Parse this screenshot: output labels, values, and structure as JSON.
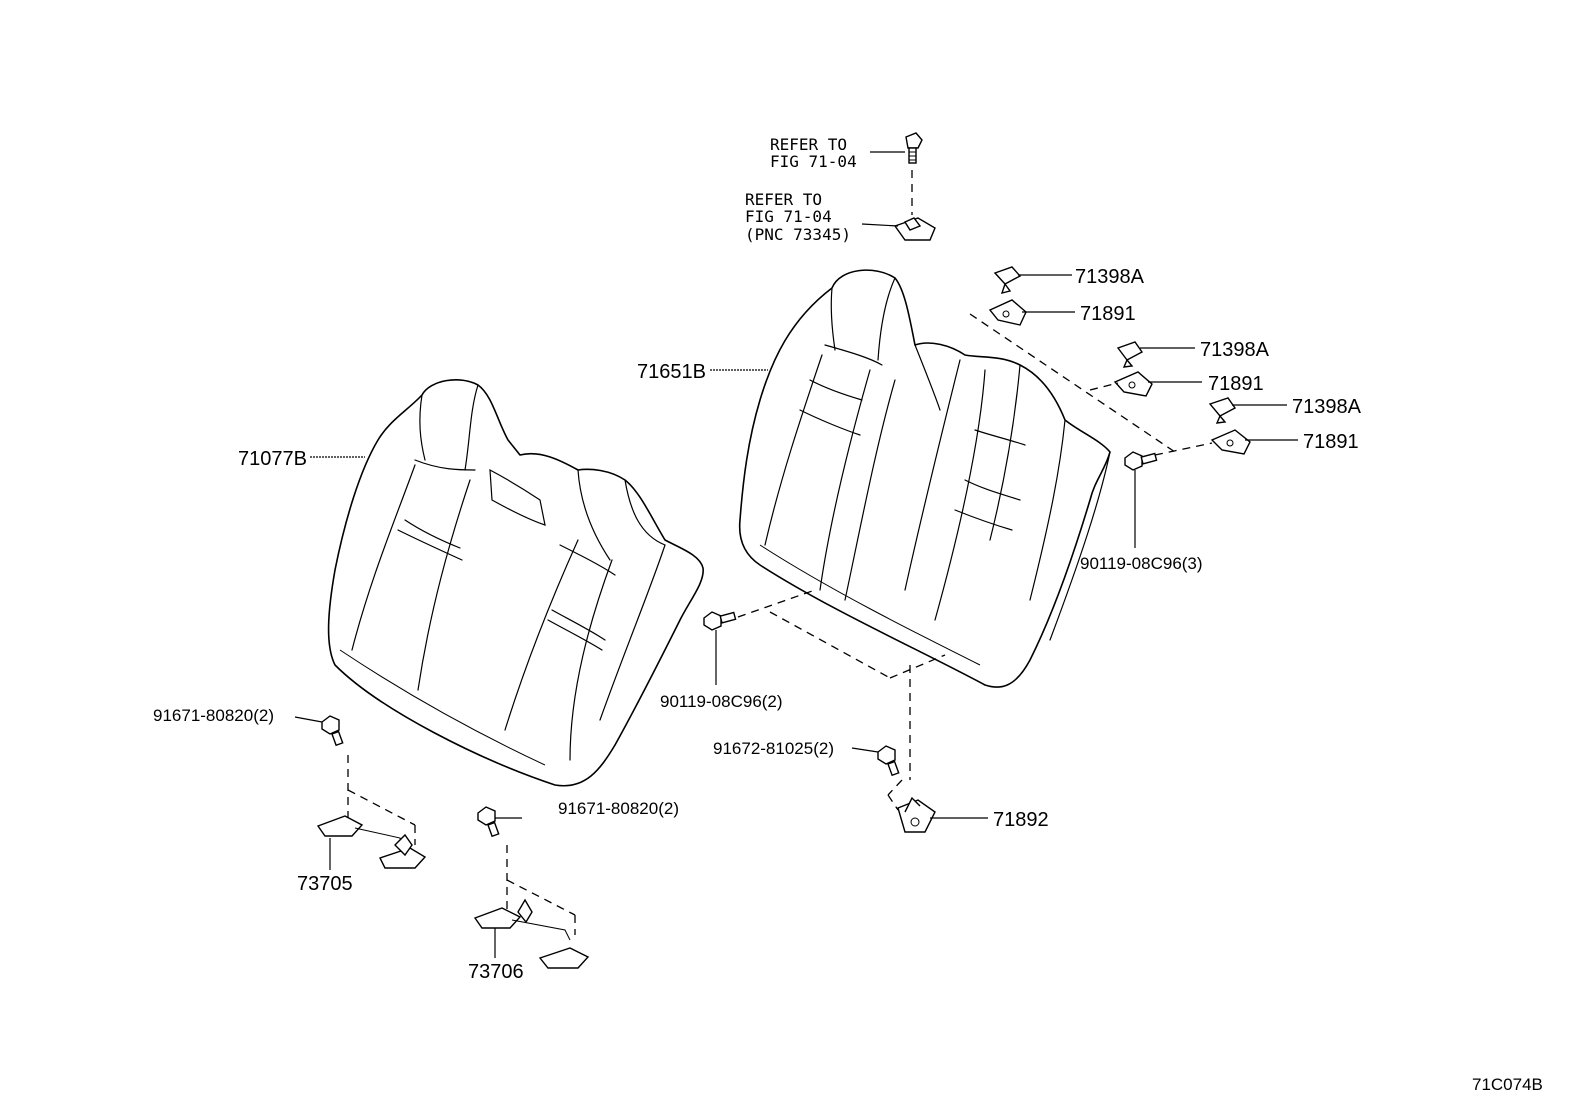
{
  "figure_code": "71C074B",
  "references": [
    {
      "line1": "REFER TO",
      "line2": "FIG 71-04",
      "line3": ""
    },
    {
      "line1": "REFER TO",
      "line2": "FIG 71-04",
      "line3": "(PNC 73345)"
    }
  ],
  "callouts": {
    "seatback_cover_left": "71077B",
    "seatback_cover_right": "71651B",
    "retainer_1": "71398A",
    "retainer_2": "71398A",
    "retainer_3": "71398A",
    "clip_1": "71891",
    "clip_2": "71891",
    "clip_3": "71891",
    "bolt_90119_3": "90119-08C96(3)",
    "bolt_90119_2": "90119-08C96(2)",
    "bolt_91671_upper": "91671-80820(2)",
    "bolt_91671_lower": "91671-80820(2)",
    "bolt_91672": "91672-81025(2)",
    "hinge_73705": "73705",
    "hinge_73706": "73706",
    "bracket_71892": "71892"
  }
}
